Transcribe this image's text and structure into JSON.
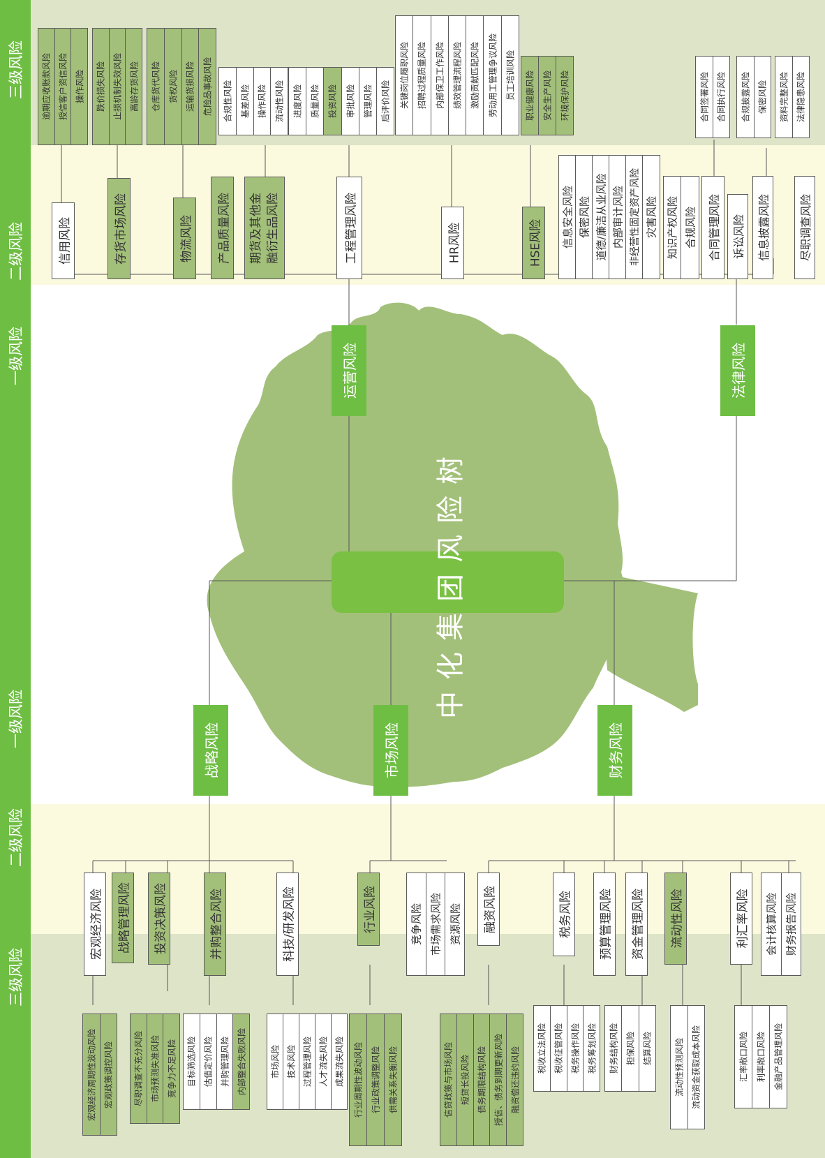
{
  "root": "中化集团风险树",
  "side_labels": {
    "level1": "一级风险",
    "level2": "二级风险",
    "level3": "三级风险"
  },
  "colors": {
    "accent": "#6fbe44",
    "tree": "#a3c07a",
    "band_level2": "#fbf9de",
    "band_level3": "#dde4c8"
  },
  "level1": {
    "operations": "运营风险",
    "legal": "法律风险",
    "strategy": "战略风险",
    "market": "市场风险",
    "finance": "财务风险"
  },
  "top_level2": {
    "credit": "信用风险",
    "inventory_market": "存货市场风险",
    "logistics": "物流风险",
    "product_quality": "产品质量风险",
    "futures": [
      "期货及其他金",
      "融衍生品风险"
    ],
    "engineering": "工程管理风险",
    "hr": "HR风险",
    "hse": "HSE风险",
    "multi": [
      "信息安全风险",
      "保密风险",
      "道德/廉洁从业风险",
      "内部审计风险",
      "非经营性固定资产风险",
      "灾害风险"
    ],
    "ip_group": [
      "知识产权风险",
      "合规风险"
    ],
    "contract_mgmt": "合同管理风险",
    "litigation": "诉讼风险",
    "info_disclosure": "信息披露风险",
    "due_diligence": "尽职调查风险"
  },
  "top_level3": {
    "credit": [
      "逾期应收账款风险",
      "授信客户资信风险",
      "操作风险"
    ],
    "inventory": [
      "跌价损失风险",
      "止损机制失效风险",
      "高龄存货风险"
    ],
    "logistics": [
      "仓库货代风险",
      "货权风险",
      "运输货损风险",
      "危险品事故风险"
    ],
    "futures": [
      "合规性风险",
      "基差风险",
      "操作风险",
      "流动性风险"
    ],
    "engineering": [
      "进度风险",
      "质量风险",
      "投资风险",
      "审批风险",
      "管理风险",
      "后评价风险"
    ],
    "hr": [
      "关键岗位履职风险",
      "招聘过程质量风险",
      "内部保卫工作风险",
      "绩效管理流程风险",
      "激励贡献匹配风险",
      "劳动用工管理争议风险",
      "员工培训风险"
    ],
    "hse": [
      "职业健康风险",
      "安全生产风险",
      "环境保护风险"
    ],
    "contract": [
      "合同签署风险",
      "合同执行风险"
    ],
    "disclosure": [
      "合规披露风险",
      "保密风险"
    ],
    "due": [
      "资料完整风险",
      "法律隐患风险"
    ]
  },
  "bottom_level2": {
    "macro": "宏观经济风险",
    "strategy_mgmt": "战略管理风险",
    "investment": "投资决策风险",
    "mna": "并购整合风险",
    "rnd": "科技/研发风险",
    "industry": "行业风险",
    "market_multi": [
      "竞争风险",
      "市场需求风险",
      "资源风险"
    ],
    "financing": "融资风险",
    "tax": "税务风险",
    "budget": "预算管理风险",
    "capital": "资金管理风险",
    "liquidity": "流动性风险",
    "fx_rate": "利汇率风险",
    "fin_multi": [
      "会计核算风险",
      "财务报告风险"
    ]
  },
  "bottom_level3": {
    "macro": [
      "宏观经济周期性波动风险",
      "宏观政策调控风险"
    ],
    "investment": [
      "尽职调查不充分风险",
      "市场预测失准风险",
      "竞争力不足风险"
    ],
    "mna": [
      "目标筛选风险",
      "估值定价风险",
      "并购管理风险",
      "内部整合失败风险"
    ],
    "rnd": [
      "市场风险",
      "技术风险",
      "过程管理风险",
      "人才流失风险",
      "成果流失风险"
    ],
    "industry": [
      "行业周期性波动风险",
      "行业政策调整风险",
      "供需关系失衡风险"
    ],
    "financing": [
      "信贷政策与市场风险",
      "短贷长投风险",
      "债务期限结构风险",
      "授信、债务到期更新风险",
      "融资偿还违约风险"
    ],
    "tax": [
      "税收立法风险",
      "税收征管风险",
      "税务操作风险",
      "税务筹划风险"
    ],
    "capital": [
      "财务结构风险",
      "担保风险",
      "结算风险"
    ],
    "liquidity": [
      "流动性预测风险",
      "流动资金获取成本风险"
    ],
    "fx": [
      "汇率敞口风险",
      "利率敞口风险",
      "金融产品管理风险"
    ]
  }
}
